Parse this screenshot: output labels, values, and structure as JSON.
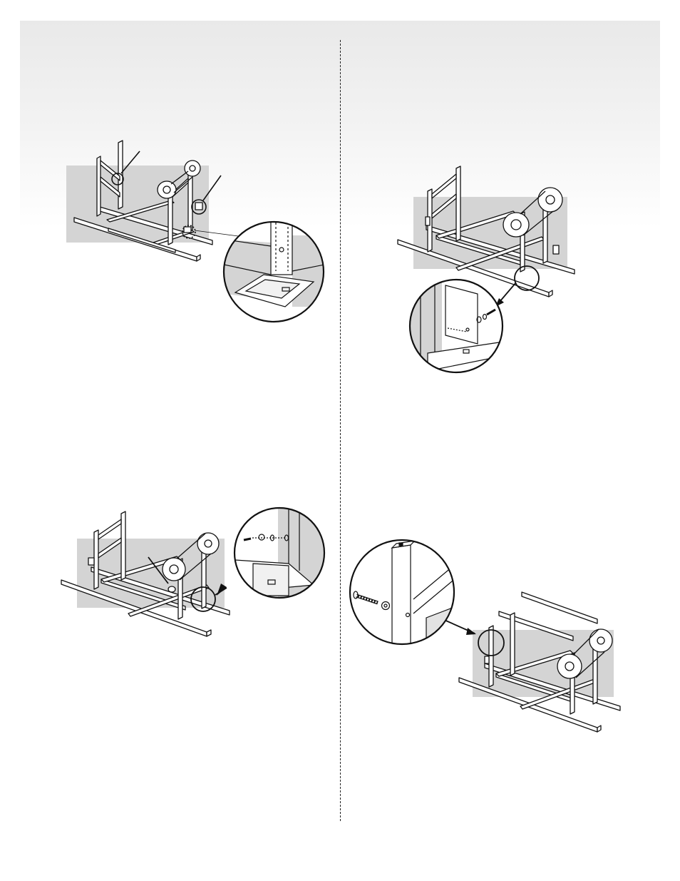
{
  "page": {
    "background": "#ffffff",
    "sheet_gradient_top": "#e9e9e9",
    "shade_color": "#d4d4d4",
    "line_color": "#111111"
  },
  "figures": [
    {
      "id": "step-1",
      "callout_lines": 2,
      "detail": "slot-alignment"
    },
    {
      "id": "step-2",
      "callout_lines": 0,
      "detail": "bolt-washer-into-bracket"
    },
    {
      "id": "step-3",
      "callout_lines": 1,
      "detail": "bolt-through-leg"
    },
    {
      "id": "step-4",
      "callout_lines": 0,
      "detail": "bolt-washer-top-rail"
    }
  ]
}
